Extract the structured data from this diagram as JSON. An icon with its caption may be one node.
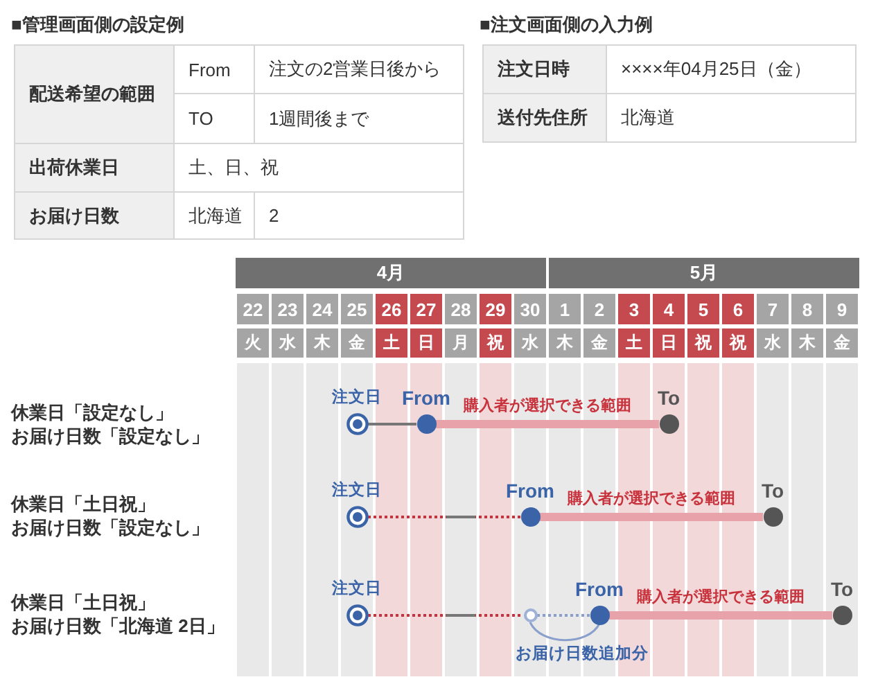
{
  "diagram": {
    "nodes": [
      {
        "text": [],
        "shape": "circle",
        "beside": [
          "注文日"
        ]
      },
      {
        "text": [],
        "shape": "circle",
        "beside": [
          "From"
        ]
      },
      {
        "text": [],
        "shape": "circle",
        "beside": [
          "To"
        ]
      },
      {
        "text": [],
        "shape": "circle",
        "beside": [
          "注文日"
        ]
      },
      {
        "text": [],
        "shape": "circle",
        "beside": [
          "From"
        ]
      },
      {
        "text": [],
        "shape": "circle",
        "beside": [
          "To"
        ]
      },
      {
        "text": [],
        "shape": "circle",
        "beside": [
          "注文日"
        ]
      },
      {
        "text": [],
        "shape": "circle"
      },
      {
        "text": [],
        "shape": "circle",
        "beside": [
          "From"
        ]
      },
      {
        "text": [],
        "shape": "circle",
        "beside": [
          "To"
        ]
      }
    ],
    "edges": [
      {
        "from": 0,
        "to": 1,
        "arrow": "none",
        "color": "#777777"
      },
      {
        "from": 1,
        "to": 2,
        "arrow": "none",
        "label": "購入者が選択できる範囲",
        "style": "thick",
        "color": "#e8a3aa"
      },
      {
        "from": 3,
        "to": 4,
        "arrow": "none",
        "style": "dashed",
        "color": "#c8323c"
      },
      {
        "from": 4,
        "to": 5,
        "arrow": "none",
        "label": "購入者が選択できる範囲",
        "style": "thick",
        "color": "#e8a3aa"
      },
      {
        "from": 6,
        "to": 7,
        "arrow": "none",
        "style": "dashed",
        "color": "#c8323c"
      },
      {
        "from": 7,
        "to": 8,
        "arrow": "none",
        "style": "dashed",
        "color": "#8aa0cc"
      },
      {
        "from": 8,
        "to": 9,
        "arrow": "none",
        "label": "購入者が選択できる範囲",
        "style": "thick",
        "color": "#e8a3aa"
      }
    ],
    "labels": [
      "■管理画面側の設定例",
      "配送希望の範囲",
      "From",
      "注文の2営業日後から",
      "TO",
      "1週間後まで",
      "出荷休業日",
      "土、日、祝",
      "お届け日数",
      "北海道",
      "2",
      "■注文画面側の入力例",
      "注文日時",
      "××××年04月25日（金）",
      "送付先住所",
      "北海道",
      "4月",
      "5月",
      "22",
      "23",
      "24",
      "25",
      "26",
      "27",
      "28",
      "29",
      "30",
      "1",
      "2",
      "3",
      "4",
      "5",
      "6",
      "7",
      "8",
      "9",
      "火",
      "水",
      "木",
      "金",
      "土",
      "日",
      "月",
      "祝",
      "水",
      "木",
      "金",
      "土",
      "日",
      "祝",
      "祝",
      "水",
      "木",
      "金",
      "休業日「設定なし」",
      "お届け日数「設定なし」",
      "休業日「土日祝」",
      "お届け日数「設定なし」",
      "休業日「土日祝」",
      "お届け日数「北海道 2日」",
      "お届け日数追加分"
    ]
  }
}
